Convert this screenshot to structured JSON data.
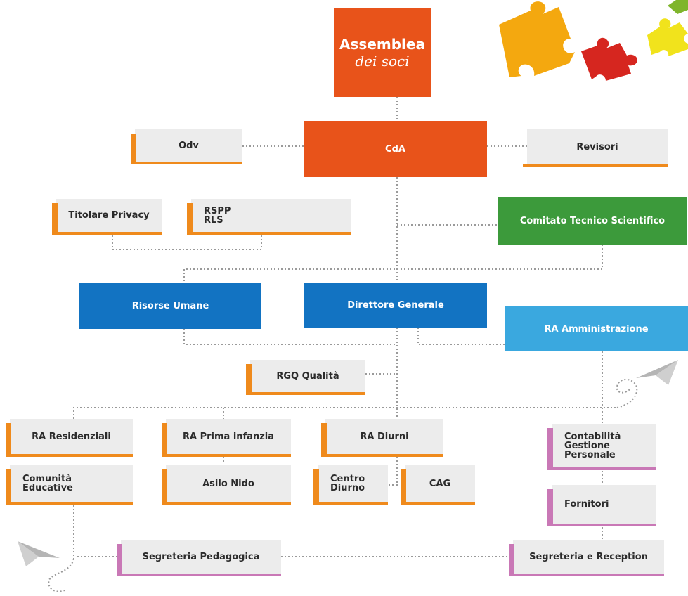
{
  "nodes": {
    "assemblea": {
      "line1": "Assemblea",
      "line2": "dei soci"
    },
    "cda": "CdA",
    "odv": "Odv",
    "revisori": "Revisori",
    "titolare_privacy": "Titolare Privacy",
    "rspp": {
      "line1": "RSPP",
      "line2": "RLS"
    },
    "comitato": "Comitato Tecnico Scientifico",
    "risorse_umane": "Risorse Umane",
    "direttore": "Direttore Generale",
    "ra_amministrazione": "RA Amministrazione",
    "rgq": "RGQ Qualità",
    "ra_residenziali": "RA Residenziali",
    "ra_prima_infanzia": "RA Prima infanzia",
    "ra_diurni": "RA Diurni",
    "comunita": {
      "line1": "Comunità",
      "line2": "Educative"
    },
    "asilo_nido": "Asilo Nido",
    "centro_diurno": {
      "line1": "Centro",
      "line2": "Diurno"
    },
    "cag": "CAG",
    "contabilita": {
      "line1": "Contabilità",
      "line2": "Gestione",
      "line3": "Personale"
    },
    "fornitori": "Fornitori",
    "segreteria_pedagogica": "Segreteria Pedagogica",
    "segreteria_reception": "Segreteria e Reception"
  },
  "colors": {
    "orange": "#e8531a",
    "green": "#3c9a3b",
    "blue": "#1273c2",
    "light_blue": "#3aa8df",
    "grey": "#ececec",
    "accent_orange": "#ef8a1c",
    "accent_pink": "#c978b6"
  },
  "decorations": [
    "puzzle-piece-orange-icon",
    "puzzle-piece-red-icon",
    "puzzle-piece-yellow-icon",
    "puzzle-piece-green-icon",
    "paper-plane-icon"
  ]
}
